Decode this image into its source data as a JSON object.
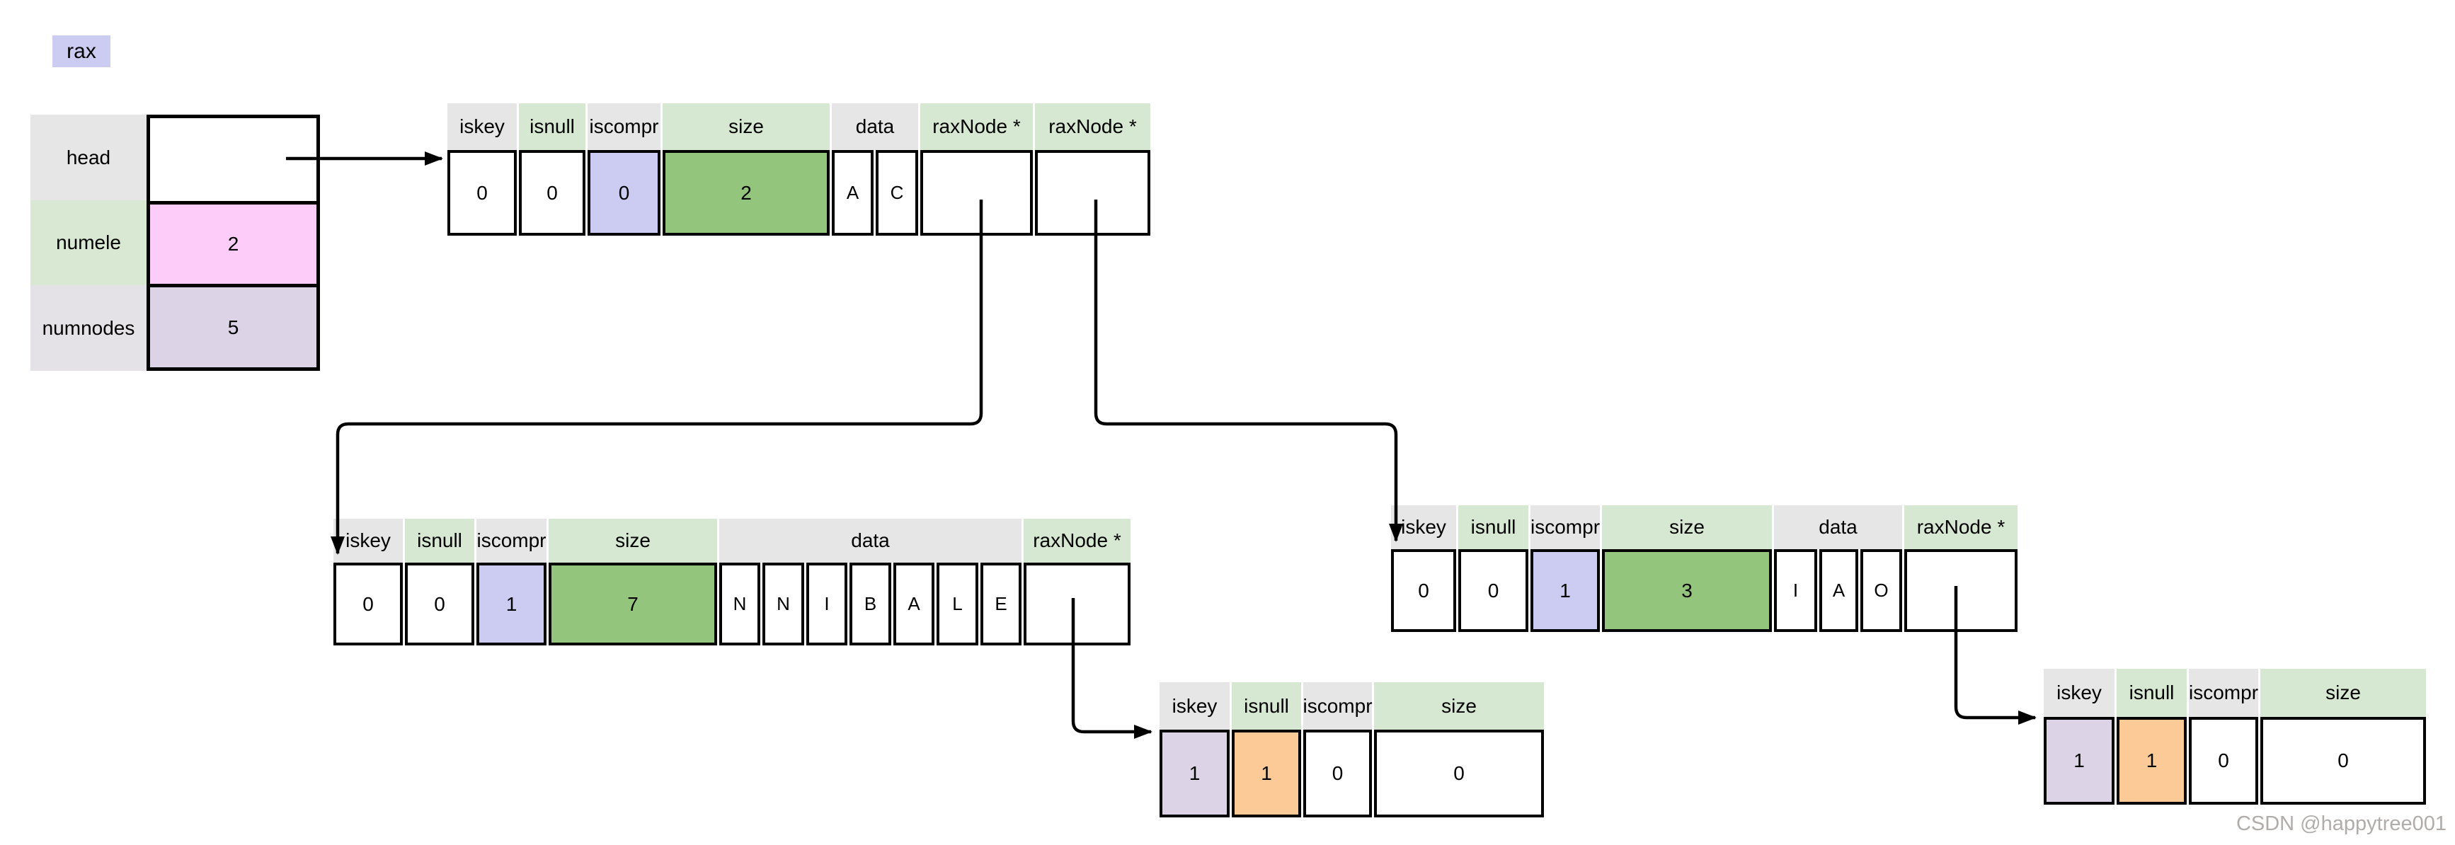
{
  "rax_label": "rax",
  "struct": {
    "rows": [
      {
        "label": "head",
        "value": ""
      },
      {
        "label": "numele",
        "value": "2"
      },
      {
        "label": "numnodes",
        "value": "5"
      }
    ]
  },
  "nodes": {
    "root": {
      "headers": [
        "iskey",
        "isnull",
        "iscompr",
        "size",
        "data",
        "raxNode *",
        "raxNode *"
      ],
      "cells": [
        "0",
        "0",
        "0",
        "2",
        "A",
        "C",
        "",
        ""
      ]
    },
    "child_a": {
      "headers": [
        "iskey",
        "isnull",
        "iscompr",
        "size",
        "data",
        "raxNode *"
      ],
      "cells": [
        "0",
        "0",
        "1",
        "7",
        "N",
        "N",
        "I",
        "B",
        "A",
        "L",
        "E",
        ""
      ]
    },
    "child_c": {
      "headers": [
        "iskey",
        "isnull",
        "iscompr",
        "size",
        "data",
        "raxNode *"
      ],
      "cells": [
        "0",
        "0",
        "1",
        "3",
        "I",
        "A",
        "O",
        ""
      ]
    },
    "leaf_a": {
      "headers": [
        "iskey",
        "isnull",
        "iscompr",
        "size"
      ],
      "cells": [
        "1",
        "1",
        "0",
        "0"
      ]
    },
    "leaf_c": {
      "headers": [
        "iskey",
        "isnull",
        "iscompr",
        "size"
      ],
      "cells": [
        "1",
        "1",
        "0",
        "0"
      ]
    }
  },
  "palette": {
    "header_gray": "#e6e6e6",
    "header_green": "#d7e8d2",
    "cell_lavender": "#ccccf2",
    "cell_green": "#93c67c",
    "cell_pink": "#fdccf8",
    "cell_purple": "#dcd4e6",
    "cell_orange": "#fbca97",
    "rax_tag_bg": "#ccccf2",
    "arrow_color": "#000000",
    "watermark_color": "#b0acaa"
  },
  "watermark": "CSDN @happytree001"
}
